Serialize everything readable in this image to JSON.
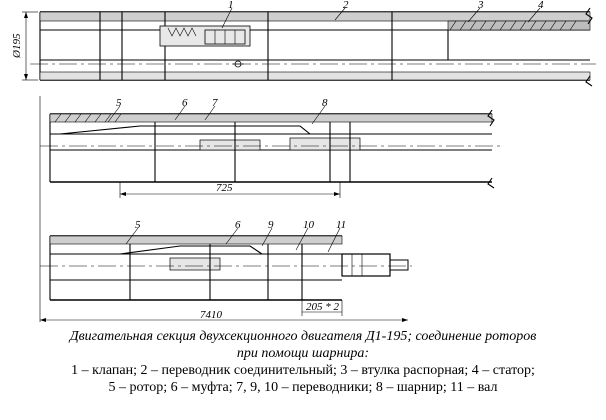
{
  "figure": {
    "part_labels": [
      "1",
      "2",
      "3",
      "4",
      "5",
      "6",
      "7",
      "8",
      "5",
      "6",
      "9",
      "10",
      "11"
    ],
    "dimensions": {
      "diameter": "Ø195",
      "len_725": "725",
      "len_7410": "7410",
      "len_205": "205 * 2"
    }
  },
  "caption": {
    "title_line1": "Двигательная секция двухсекционного двигателя Д1-195; соединение роторов",
    "title_line2": "при помощи шарнира:",
    "parts_line1": "1 – клапан; 2 – переводник соединительный; 3 – втулка распорная; 4 – статор;",
    "parts_line2": "5 – ротор; 6 – муфта; 7, 9, 10 – переводники; 8 – шарнир; 11 – вал"
  }
}
